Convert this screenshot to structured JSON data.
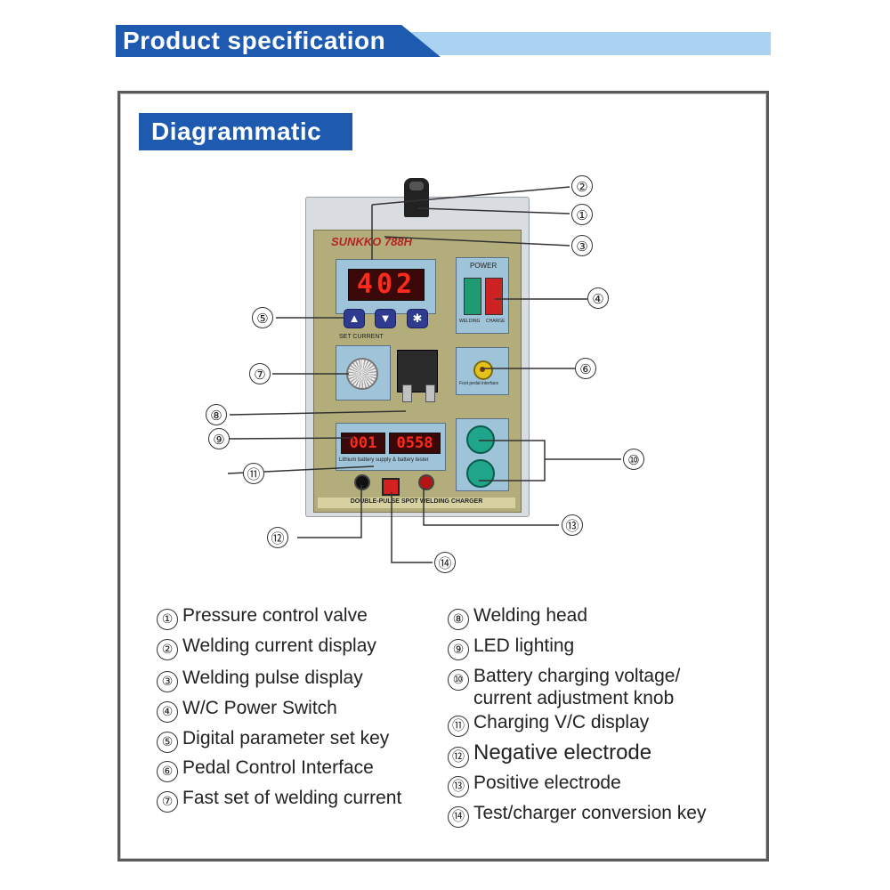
{
  "header": {
    "title": "Product specification"
  },
  "section": {
    "title": "Diagrammatic"
  },
  "device": {
    "brand": "SUNKKO 788H",
    "main_display": "402",
    "set_current": "SET CURRENT",
    "power": "POWER",
    "welding": "WELDING",
    "charge": "CHARGE",
    "charge_display_left": "001",
    "charge_display_right": "0558",
    "charge_caption": "Lithium battery supply & battery tester",
    "bottom_label": "DOUBLE-PULSE SPOT WELDING CHARGER",
    "pedal_caption": "Foot pedal interface"
  },
  "callouts": [
    "②",
    "①",
    "③",
    "④",
    "⑤",
    "⑥",
    "⑦",
    "⑧",
    "⑨",
    "⑩",
    "⑪",
    "⑫",
    "⑬",
    "⑭"
  ],
  "legend_left": [
    {
      "num": "①",
      "text": "Pressure control valve"
    },
    {
      "num": "②",
      "text": "Welding current display"
    },
    {
      "num": "③",
      "text": "Welding pulse display"
    },
    {
      "num": "④",
      "text": "W/C Power Switch"
    },
    {
      "num": "⑤",
      "text": "Digital parameter set key"
    },
    {
      "num": "⑥",
      "text": "Pedal Control Interface"
    },
    {
      "num": "⑦",
      "text": "Fast set of welding current"
    }
  ],
  "legend_right": [
    {
      "num": "⑧",
      "text": "Welding head"
    },
    {
      "num": "⑨",
      "text": "LED lighting"
    },
    {
      "num": "⑩",
      "text": "Battery charging voltage/",
      "text2": "current  adjustment knob"
    },
    {
      "num": "⑪",
      "text": "Charging V/C display"
    },
    {
      "num": "⑫",
      "text": "Negative electrode"
    },
    {
      "num": "⑬",
      "text": "Positive electrode"
    },
    {
      "num": "⑭",
      "text": "Test/charger conversion key"
    }
  ]
}
